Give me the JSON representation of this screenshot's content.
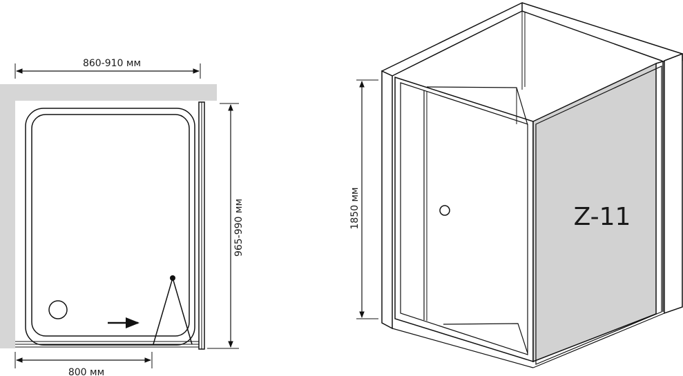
{
  "plan": {
    "width_label": "860-910 мм",
    "depth_label": "965-990 мм",
    "door_label": "800 мм"
  },
  "elevation": {
    "height_label": "1850 мм",
    "model_label": "Z-11"
  },
  "colors": {
    "wall": "#d6d6d6",
    "panel": "#d2d2d2",
    "line": "#111111",
    "background": "#ffffff"
  }
}
